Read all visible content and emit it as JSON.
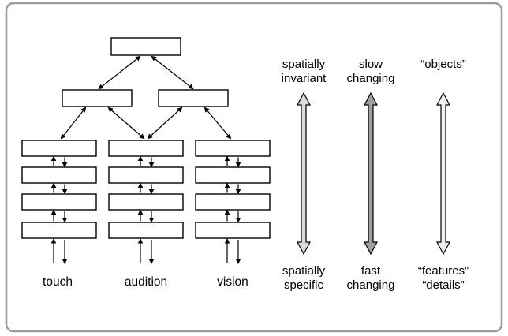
{
  "figure": {
    "hierarchy": {
      "sensory_labels": [
        "touch",
        "audition",
        "vision"
      ]
    },
    "axes": [
      {
        "top_line1": "spatially",
        "top_line2": "invariant",
        "bottom_line1": "spatially",
        "bottom_line2": "specific"
      },
      {
        "top_line1": "slow",
        "top_line2": "changing",
        "bottom_line1": "fast",
        "bottom_line2": "changing"
      },
      {
        "top_line1": "“objects”",
        "bottom_line1": "“features”",
        "bottom_line2": "“details”"
      }
    ],
    "colors": {
      "border": "#9b9b9b",
      "box_stroke": "#000000",
      "arrow_fill_left": "#d9d9d9",
      "arrow_fill_middle": "#9e9e9e",
      "arrow_fill_right": "#f2f2f2"
    }
  }
}
